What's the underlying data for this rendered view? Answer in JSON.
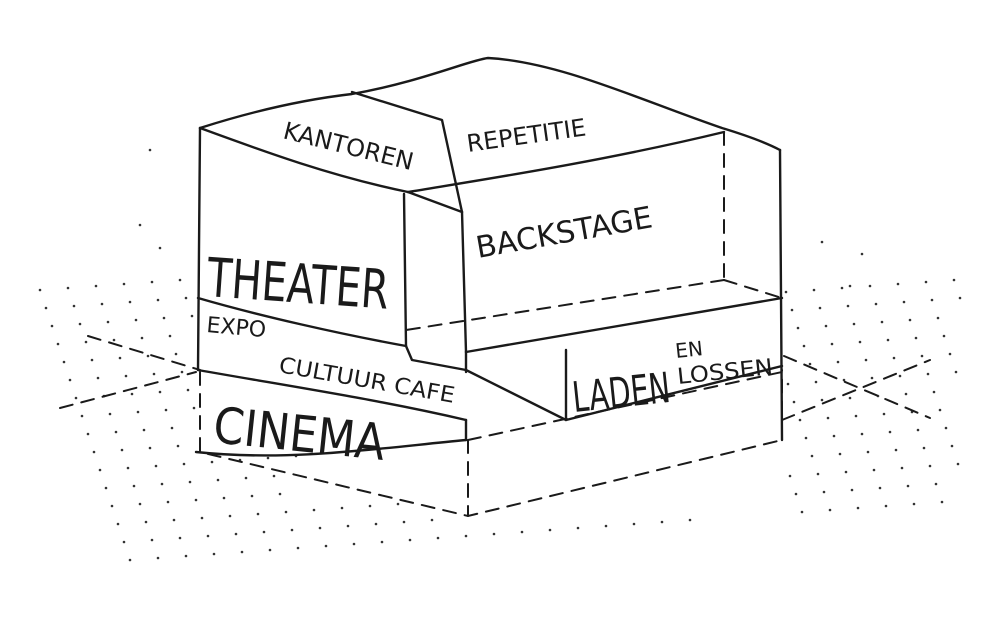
{
  "labels": {
    "kantoren": "KANTOREN",
    "repetitie": "REPETITIE",
    "backstage": "BACKSTAGE",
    "theater": "THEATER",
    "expo": "EXPO",
    "cultuurcafe": "CULTUUR CAFE",
    "cinema": "CINEMA",
    "laden": "LADEN",
    "en": "EN",
    "lossen": "LOSSEN"
  },
  "colors": {
    "ink": "#1a1a1a",
    "paper": "#ffffff"
  }
}
